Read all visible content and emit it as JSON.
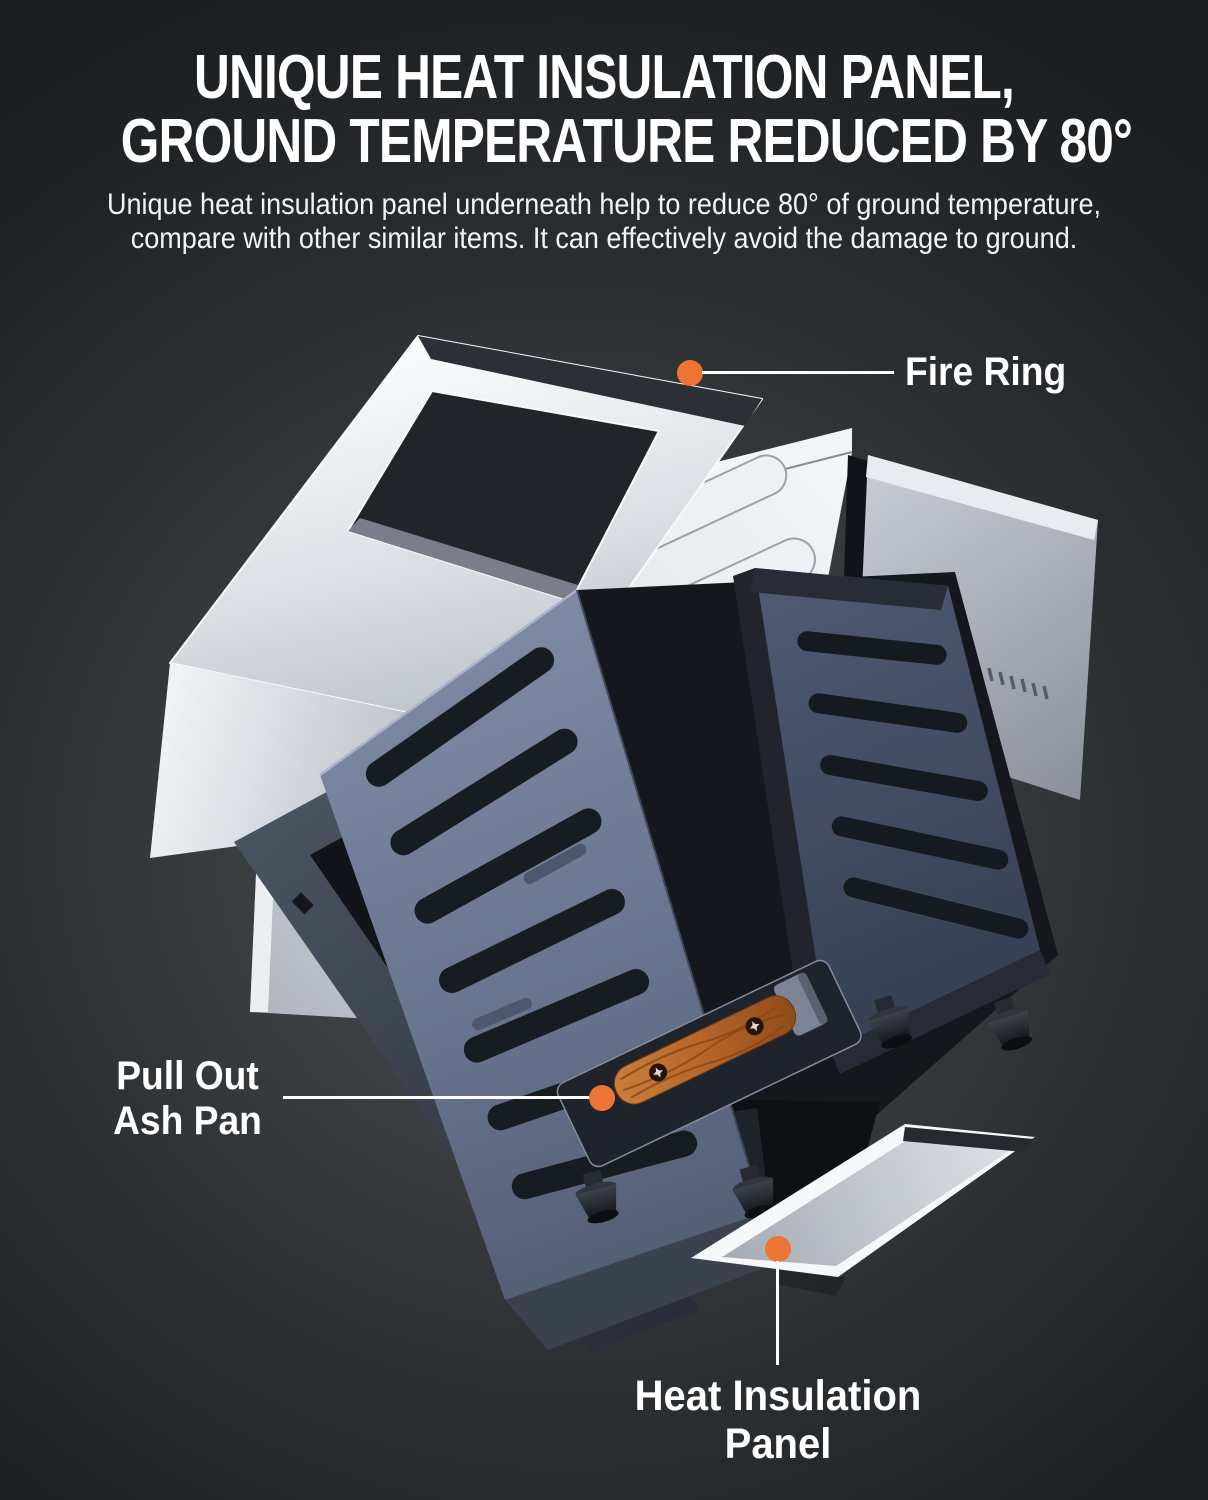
{
  "header": {
    "title_line1": "UNIQUE HEAT INSULATION PANEL,",
    "title_line2": "GROUND TEMPERATURE REDUCED BY 80°",
    "subtitle_line1": "Unique heat insulation panel underneath help to reduce 80° of ground temperature,",
    "subtitle_line2": "compare with other similar items. It can effectively avoid the damage to ground."
  },
  "diagram": {
    "accent_color": "#ED7434",
    "callout_line_color": "#FFFFFF",
    "callouts": [
      {
        "id": "fire-ring",
        "lines": [
          "Fire Ring"
        ]
      },
      {
        "id": "pull-out-ash-pan",
        "lines": [
          "Pull Out",
          "Ash Pan"
        ]
      },
      {
        "id": "heat-insulation-panel",
        "lines": [
          "Heat Insulation",
          "Panel"
        ]
      }
    ],
    "colors": {
      "metal_silver": "#D7DBE0",
      "panel_blue": "#66738E",
      "panel_blue_dark": "#3E4A61",
      "base_dark": "#343B48",
      "wood_handle": "#B5652A"
    }
  }
}
